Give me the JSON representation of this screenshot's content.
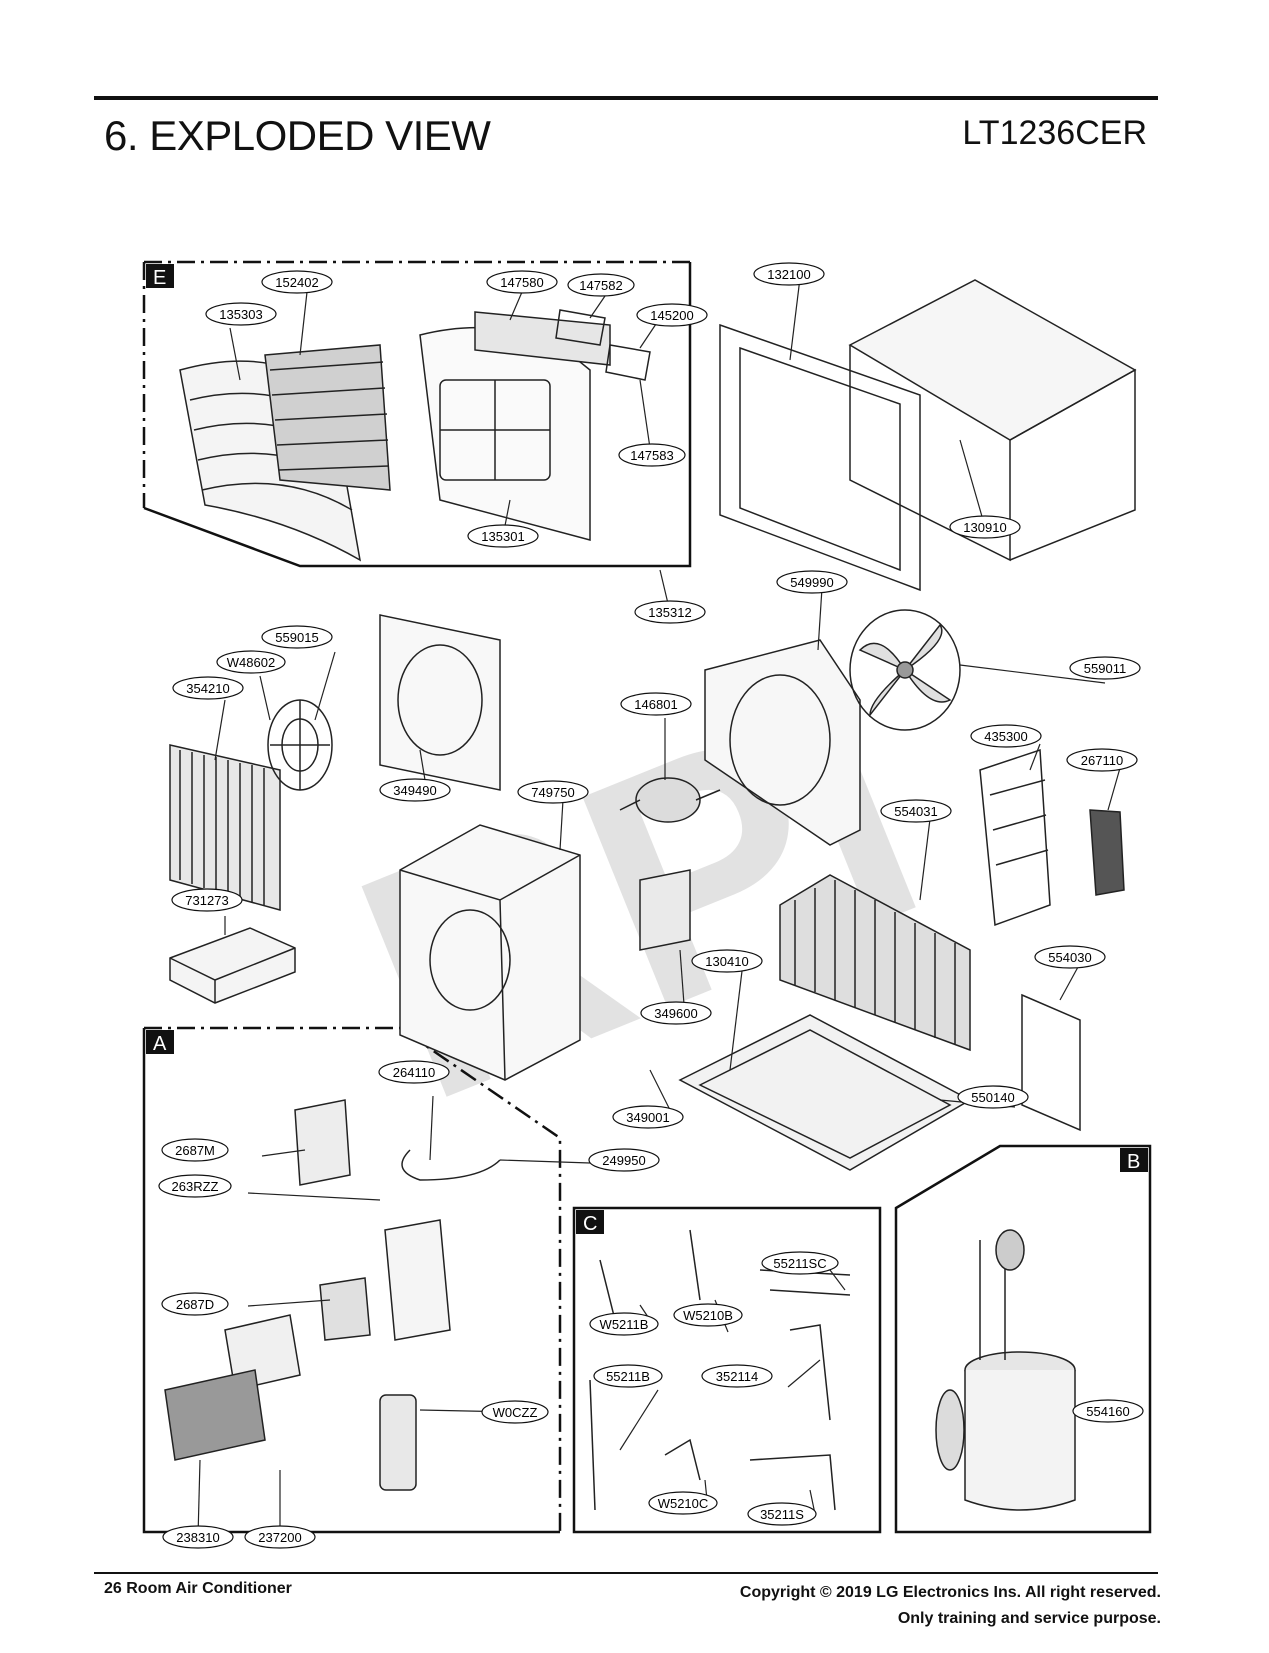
{
  "header": {
    "title": "6. EXPLODED VIEW",
    "model": "LT1236CER"
  },
  "watermark": "RPI",
  "sections": {
    "e": "E",
    "a": "A",
    "b": "B",
    "c": "C"
  },
  "parts": {
    "p152402": "152402",
    "p147580": "147580",
    "p147582": "147582",
    "p135303": "135303",
    "p145200": "145200",
    "p147583": "147583",
    "p135301": "135301",
    "p132100": "132100",
    "p130910": "130910",
    "p135312": "135312",
    "p549990": "549990",
    "p559015": "559015",
    "pW48602": "W48602",
    "p559011": "559011",
    "p354210": "354210",
    "p146801": "146801",
    "p435300": "435300",
    "p267110": "267110",
    "p349490": "349490",
    "p749750": "749750",
    "p554031": "554031",
    "p731273": "731273",
    "p130410": "130410",
    "p554030": "554030",
    "p349600": "349600",
    "p264110": "264110",
    "p550140": "550140",
    "p349001": "349001",
    "p2687M": "2687M",
    "p249950": "249950",
    "p263RZZ": "263RZZ",
    "p55211SC": "55211SC",
    "pW5211B": "W5211B",
    "pW5210B": "W5210B",
    "p2687D": "2687D",
    "p55211B": "55211B",
    "p352114": "352114",
    "pW0CZZ": "W0CZZ",
    "p554160": "554160",
    "pW5210C": "W5210C",
    "p238310": "238310",
    "p237200": "237200",
    "p35211S": "35211S"
  },
  "footer": {
    "page": "26  Room  Air Conditioner",
    "copyright": "Copyright © 2019 LG Electronics  Ins.  All right reserved.",
    "purpose": "Only training and service  purpose."
  }
}
